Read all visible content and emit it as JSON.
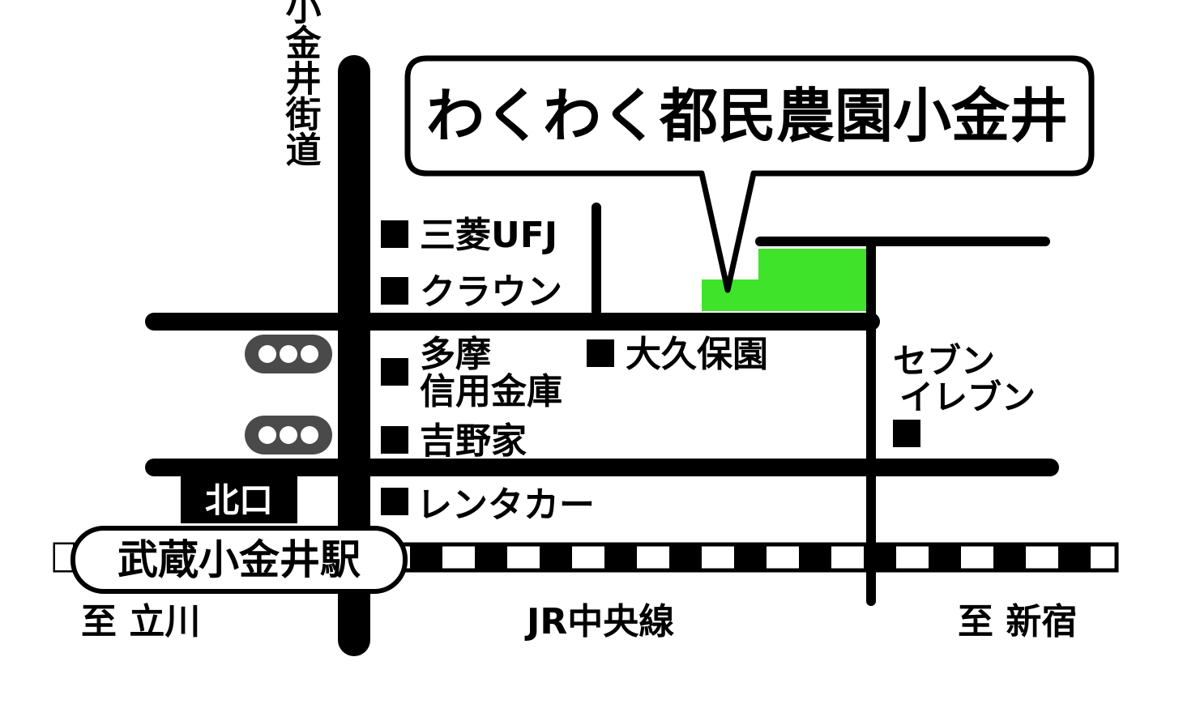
{
  "title": "わくわく都民農園小金井",
  "colors": {
    "park": "#3ee32a",
    "signal": "#4a4a4a",
    "ink": "#000000",
    "paper": "#ffffff"
  },
  "roads": {
    "koganei_kaido": "小金井街道"
  },
  "landmarks": {
    "mufg": "三菱UFJ",
    "crown": "クラウン",
    "tama_line1": "多摩",
    "tama_line2": "信用金庫",
    "yoshinoya": "吉野家",
    "rental_car": "レンタカー",
    "okubo": "大久保園",
    "seven_line1": "セブン",
    "seven_line2": "イレブン"
  },
  "station": {
    "name": "武蔵小金井駅",
    "exit": "北口"
  },
  "railway": {
    "line_name": "JR中央線",
    "to_west": "至 立川",
    "to_east": "至 新宿"
  },
  "icons": {
    "signal_upper": "traffic-signal-icon",
    "signal_lower": "traffic-signal-icon",
    "landmark_marker": "square-marker-icon"
  }
}
